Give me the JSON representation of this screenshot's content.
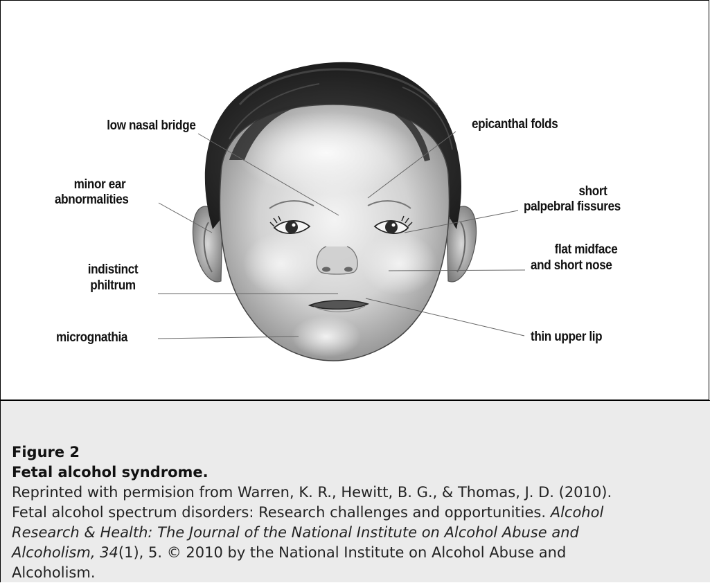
{
  "figure": {
    "labels": {
      "low_nasal_bridge": "low nasal bridge",
      "epicanthal_folds": "epicanthal folds",
      "minor_ear_1": "minor ear",
      "minor_ear_2": "abnormalities",
      "short_palpebral_1": "short",
      "short_palpebral_2": "palpebral fissures",
      "flat_midface_1": "flat midface",
      "flat_midface_2": "and short nose",
      "indistinct_1": "indistinct",
      "indistinct_2": "philtrum",
      "micrognathia": "micrognathia",
      "thin_upper_lip": "thin upper lip"
    }
  },
  "caption": {
    "figure_label": "Figure 2",
    "title": "Fetal alcohol syndrome.",
    "line1": "Reprinted with permision from Warren, K. R., Hewitt, B. G., & Thomas, J. D. (2010).",
    "line2_plain": "Fetal alcohol spectrum disorders: Research challenges and opportunities. ",
    "line2_italic": "Alcohol",
    "line3_italic": "Research & Health: The Journal of the National Institute on Alcohol Abuse and",
    "line4_italic": "Alcoholism, 34",
    "line4_plain": "(1), 5. © 2010 by the National Institute on Alcohol Abuse and",
    "line5_plain": "Alcoholism."
  }
}
